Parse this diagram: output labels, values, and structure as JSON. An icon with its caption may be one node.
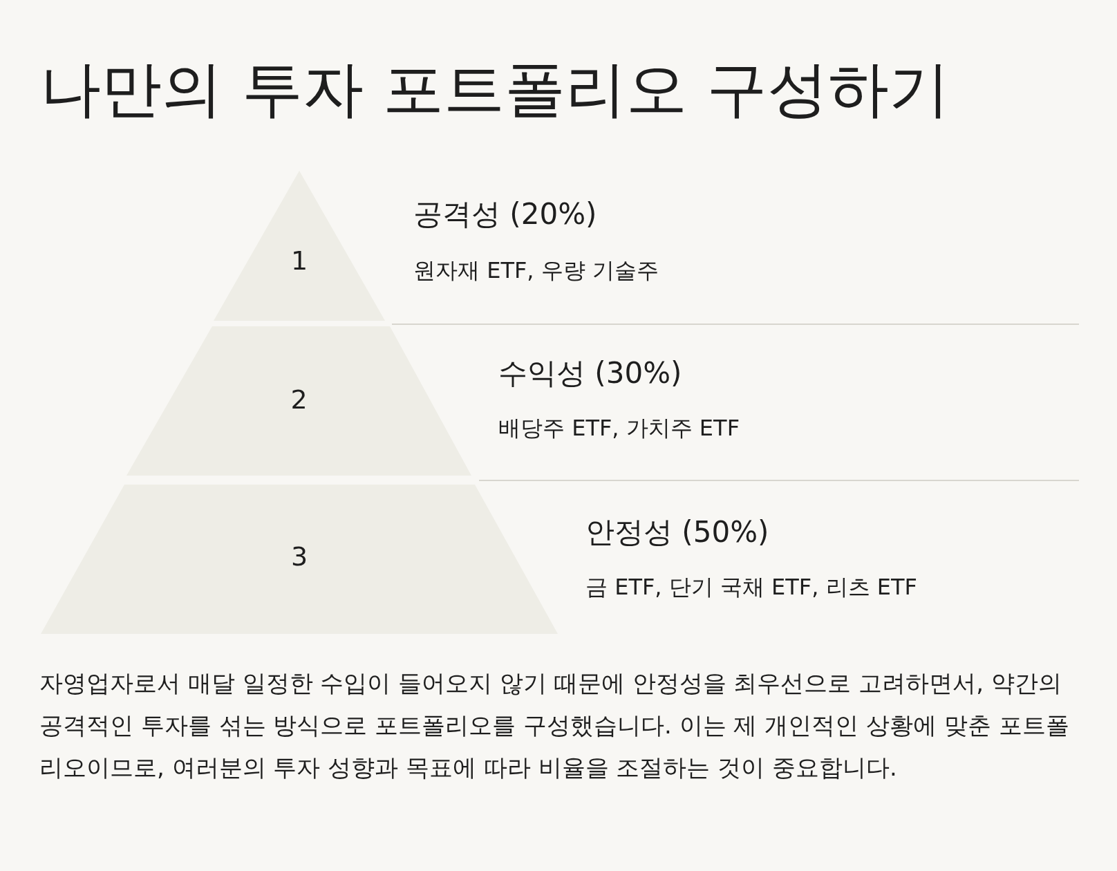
{
  "diagram": {
    "title": "나만의 투자 포트폴리오 구성하기",
    "nodes": [
      {
        "text": [
          "1"
        ],
        "beside": [
          "공격성 (20%)",
          "원자재 ETF, 우량 기술주"
        ]
      },
      {
        "text": [
          "2"
        ],
        "beside": [
          "수익성 (30%)",
          "배당주 ETF, 가치주 ETF"
        ]
      },
      {
        "text": [
          "3"
        ],
        "beside": [
          "안정성 (50%)",
          "금 ETF, 단기 국채 ETF, 리츠 ETF"
        ]
      }
    ],
    "edges": [],
    "caption": "자영업자로서 매달 일정한 수입이 들어오지 않기 때문에 안정성을 최우선으로 고려하면서, 약간의 공격적인 투자를 섞는 방식으로 포트폴리오를 구성했습니다. 이는 제 개인적인 상황에 맞춘 포트폴리오이므로, 여러분의 투자 성향과 목표에 따라 비율을 조절하는 것이 중요합니다."
  }
}
